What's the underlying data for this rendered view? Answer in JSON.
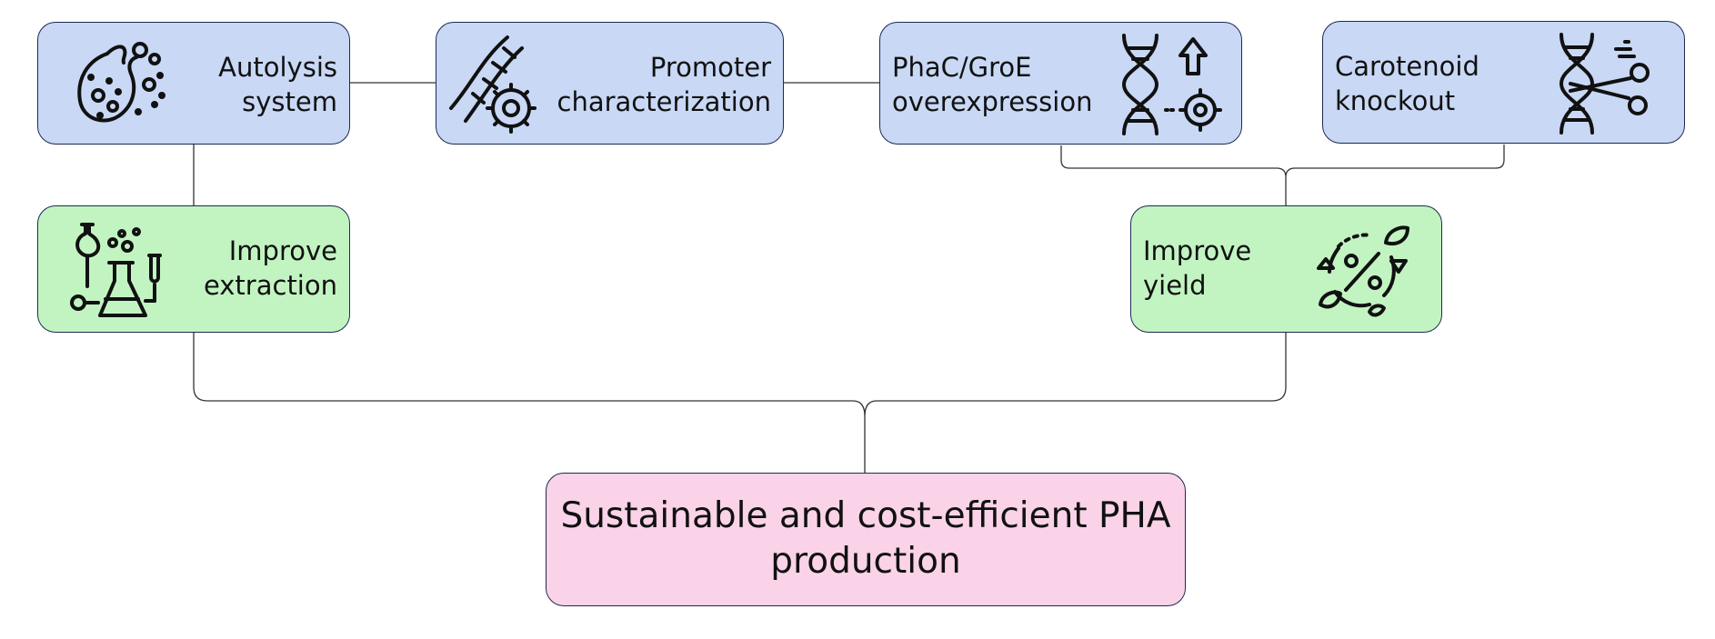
{
  "nodes": {
    "autolysis": {
      "line1": "Autolysis",
      "line2": "system",
      "icon": "bacteria-cell-icon"
    },
    "promoter": {
      "line1": "Promoter",
      "line2": "characterization",
      "icon": "dna-gear-icon"
    },
    "phac": {
      "line1": "PhaC/GroE",
      "line2": "overexpression",
      "icon": "dna-upregulation-icon"
    },
    "carotenoid": {
      "line1": "Carotenoid",
      "line2": "knockout",
      "icon": "dna-scissors-icon"
    },
    "extraction": {
      "line1": "Improve",
      "line2": "extraction",
      "icon": "lab-flasks-icon"
    },
    "yield": {
      "line1": "Improve",
      "line2": "yield",
      "icon": "percent-cycle-leaves-icon"
    },
    "goal": {
      "line1": "Sustainable and cost-efficient PHA",
      "line2": "production"
    }
  },
  "colors": {
    "module": "#c8d8f5",
    "strategy": "#c2f4c2",
    "goal": "#fad3e8",
    "border": "#1c2a52",
    "connector": "#333333"
  }
}
